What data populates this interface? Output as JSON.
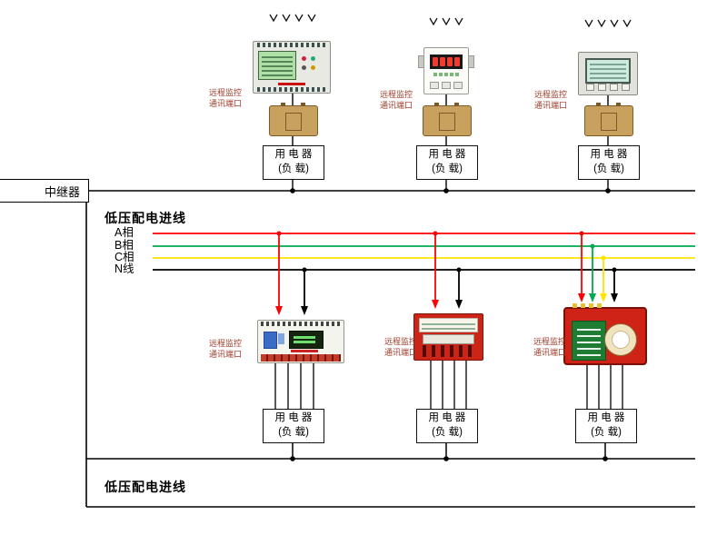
{
  "labels": {
    "repeater": "中继器",
    "incoming_feed": "低压配电进线",
    "comm_port_line1": "远程监控",
    "comm_port_line2": "通讯端口",
    "load_line1": "用 电 器",
    "load_line2": "(负 载)"
  },
  "phases": [
    {
      "label": "A相",
      "color": "#ff0000"
    },
    {
      "label": "B相",
      "color": "#00a94f"
    },
    {
      "label": "C相",
      "color": "#ffe400"
    },
    {
      "label": "N线",
      "color": "#000000"
    }
  ],
  "colors": {
    "bus_line": "#000000",
    "comm_label_text": "#9d3b2a",
    "device_red_body": "#ce2316",
    "ct_body": "#c9a15e",
    "lcd_green": "#aedfa6",
    "led_red": "#f23b2e"
  },
  "devices": {
    "top_row": [
      "multi-loop-power-monitor",
      "digital-led-panel-meter",
      "lcd-panel-meter"
    ],
    "bottom_row": [
      "din-rail-energy-meter",
      "busbar-power-meter",
      "split-core-current-monitor"
    ],
    "sensor": "current-transformer"
  }
}
